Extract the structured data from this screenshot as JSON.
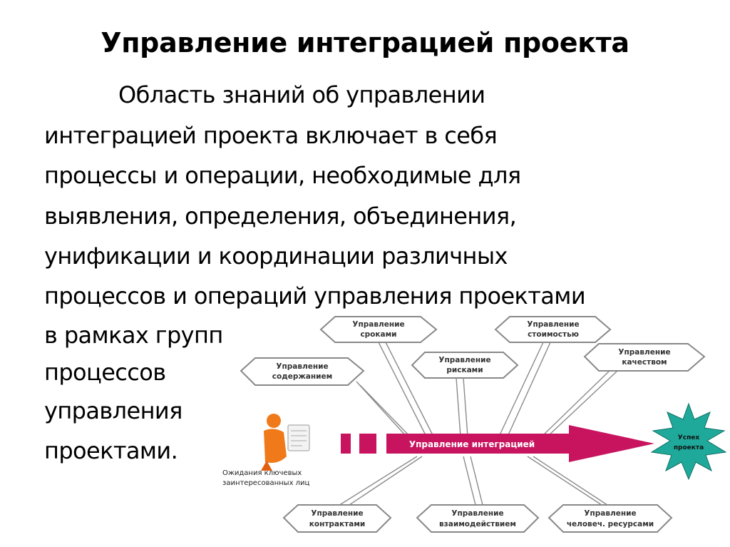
{
  "slide": {
    "title": "Управление интеграцией проекта",
    "body_lines": [
      "Область знаний об управлении",
      "интеграцией проекта включает в себя",
      "процессы и операции, необходимые для",
      "выявления, определения, объединения,",
      "унификации и координации различных",
      "процессов и операций управления проектами",
      "в рамках групп",
      "процессов",
      "управления",
      "проектами."
    ]
  },
  "diagram": {
    "central_arrow_label": "Управление интеграцией",
    "goal_label": [
      "Успех",
      "проекта"
    ],
    "stakeholder_caption": [
      "Ожидания ключевых",
      "заинтересованных лиц"
    ],
    "nodes": [
      {
        "id": "time",
        "line1": "Управление",
        "line2": "сроками"
      },
      {
        "id": "cost",
        "line1": "Управление",
        "line2": "стоимостью"
      },
      {
        "id": "scope",
        "line1": "Управление",
        "line2": "содержанием"
      },
      {
        "id": "risk",
        "line1": "Управление",
        "line2": "рисками"
      },
      {
        "id": "quality",
        "line1": "Управление",
        "line2": "качеством"
      },
      {
        "id": "procurement",
        "line1": "Управление",
        "line2": "контрактами"
      },
      {
        "id": "communication",
        "line1": "Управление",
        "line2": "взаимодействием"
      },
      {
        "id": "hr",
        "line1": "Управление",
        "line2": "человеч. ресурсами"
      }
    ],
    "colors": {
      "arrow": "#c8145f",
      "star": "#1fa99a",
      "figure": "#f07a1a",
      "node_border": "#888888"
    }
  }
}
